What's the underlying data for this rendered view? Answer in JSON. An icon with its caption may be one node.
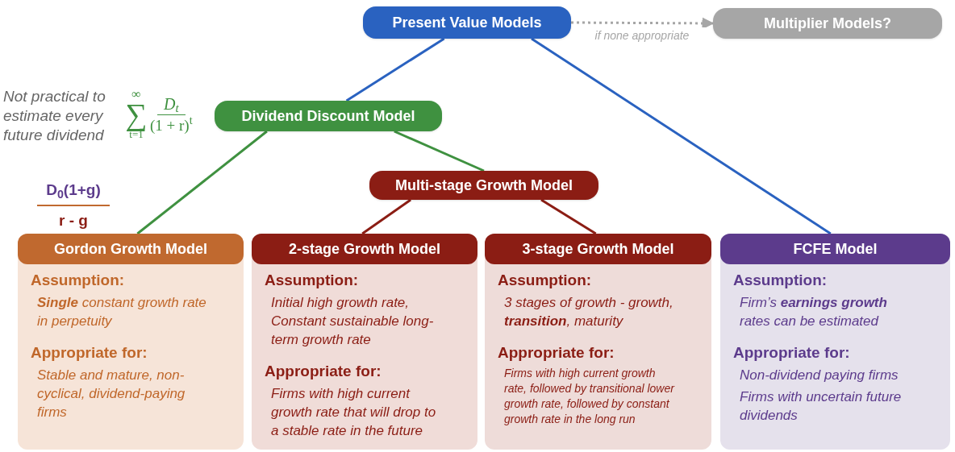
{
  "diagram": {
    "nodes": [
      {
        "text": [
          "Present Value Models"
        ]
      },
      {
        "text": [
          "Multiplier Models?"
        ]
      },
      {
        "text": [
          "Dividend Discount Model"
        ]
      },
      {
        "text": [
          "Multi-stage Growth Model"
        ]
      },
      {
        "text": [
          "Gordon Growth Model",
          "Assumption:",
          "**Single** constant growth rate in perpetuity",
          "Appropriate for:",
          "Stable and mature, non-cyclical, dividend-paying firms"
        ]
      },
      {
        "text": [
          "2-stage Growth Model",
          "Assumption:",
          "Initial high growth rate, Constant sustainable long-term growth rate",
          "Appropriate for:",
          "Firms with high current growth rate that will drop to a stable rate in the future"
        ]
      },
      {
        "text": [
          "3-stage Growth Model",
          "Assumption:",
          "3 stages of growth - growth, **transition**, maturity",
          "Appropriate for:",
          "Firms with high current growth rate, followed by transitional lower growth rate, followed by constant growth rate in the long run"
        ]
      },
      {
        "text": [
          "FCFE Model",
          "Assumption:",
          "Firm’s **earnings growth** rates can be estimated",
          "Appropriate for:",
          "Non-dividend paying firms",
          "Firms with uncertain future dividends"
        ]
      }
    ],
    "edges": [
      {
        "from": 0,
        "to": 1,
        "arrow": "to",
        "label": "if none appropriate",
        "style": "dashed",
        "color": "#a6a6a6"
      },
      {
        "from": 0,
        "to": 2,
        "arrow": "none",
        "color": "#2a62c0"
      },
      {
        "from": 0,
        "to": 7,
        "arrow": "none",
        "color": "#2a62c0"
      },
      {
        "from": 2,
        "to": 4,
        "arrow": "none",
        "color": "#3f9140"
      },
      {
        "from": 2,
        "to": 3,
        "arrow": "none",
        "color": "#3f9140"
      },
      {
        "from": 3,
        "to": 5,
        "arrow": "none",
        "color": "#8b1d14"
      },
      {
        "from": 3,
        "to": 6,
        "arrow": "none",
        "color": "#8b1d14"
      }
    ],
    "labels": [
      "∞",
      "∑",
      "t=1",
      "D$_{t}$",
      "(1 + r)$^{t}$",
      "D$_{0}$(1+g)",
      "r - g",
      "Not practical to estimate every future dividend"
    ]
  }
}
